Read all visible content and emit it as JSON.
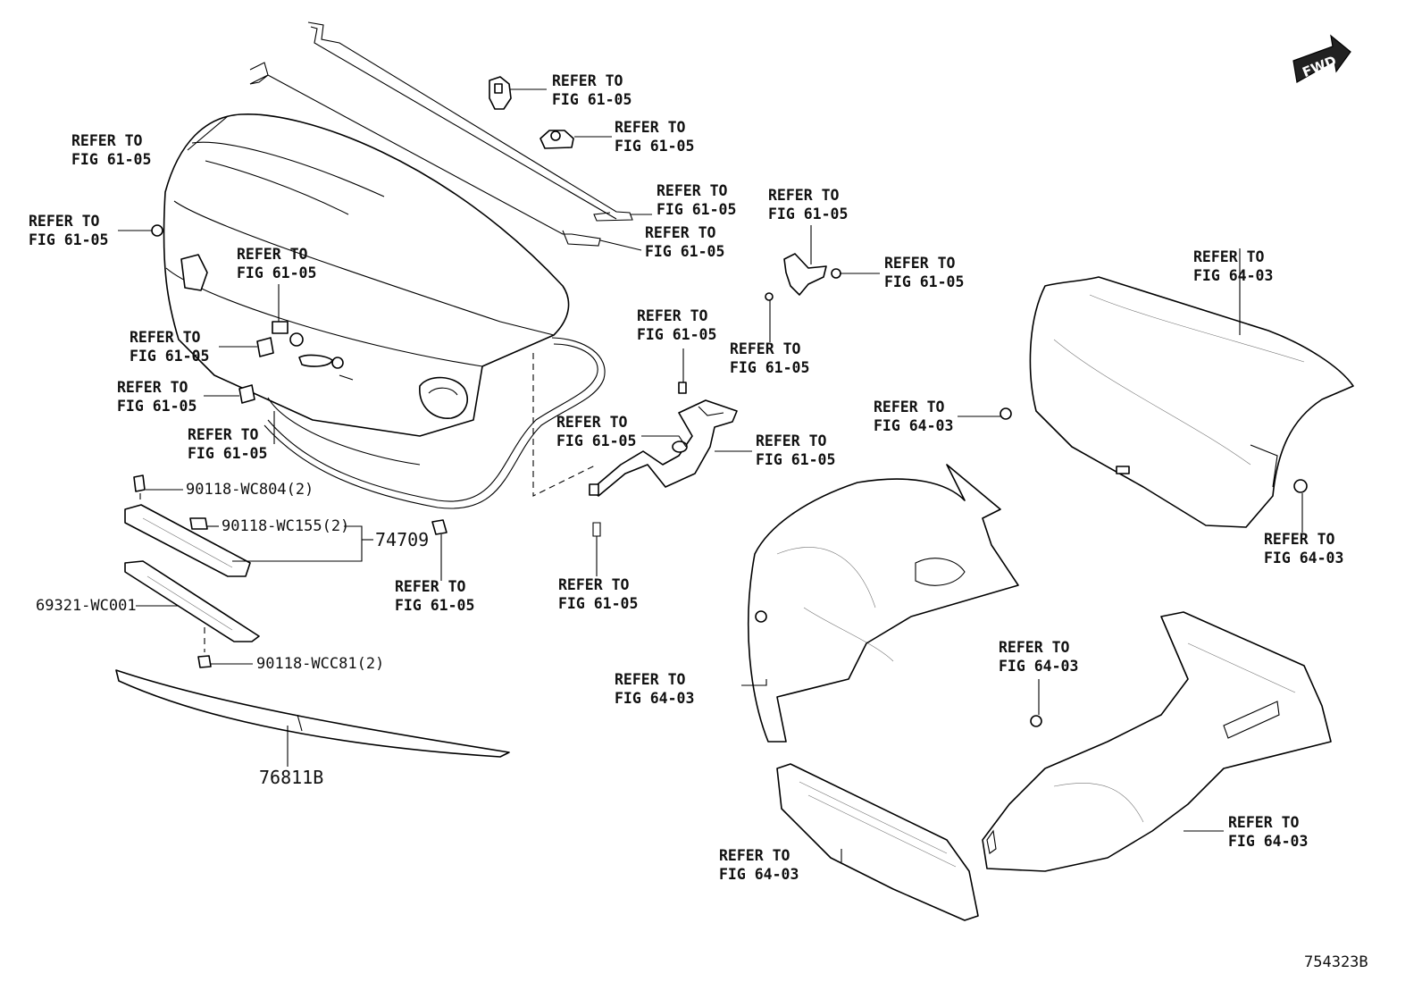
{
  "refer_label": "REFER TO",
  "callouts": [
    {
      "fig": "FIG 61-05"
    },
    {
      "fig": "FIG 61-05"
    },
    {
      "fig": "FIG 61-05"
    },
    {
      "fig": "FIG 61-05"
    },
    {
      "fig": "FIG 61-05"
    },
    {
      "fig": "FIG 61-05"
    },
    {
      "fig": "FIG 61-05"
    },
    {
      "fig": "FIG 61-05"
    },
    {
      "fig": "FIG 61-05"
    },
    {
      "fig": "FIG 61-05"
    },
    {
      "fig": "FIG 61-05"
    },
    {
      "fig": "FIG 61-05"
    },
    {
      "fig": "FIG 61-05"
    },
    {
      "fig": "FIG 61-05"
    },
    {
      "fig": "FIG 61-05"
    },
    {
      "fig": "FIG 61-05"
    },
    {
      "fig": "FIG 61-05"
    },
    {
      "fig": "FIG 61-05"
    },
    {
      "fig": "FIG 64-03"
    },
    {
      "fig": "FIG 64-03"
    },
    {
      "fig": "FIG 64-03"
    },
    {
      "fig": "FIG 64-03"
    },
    {
      "fig": "FIG 64-03"
    },
    {
      "fig": "FIG 64-03"
    },
    {
      "fig": "FIG 64-03"
    }
  ],
  "part_numbers": {
    "clip_upper": "90118-WC804(2)",
    "clip_mid": "90118-WC155(2)",
    "garnish_assy": "74709",
    "emblem": "69321-WC001",
    "clip_lower": "90118-WCC81(2)",
    "moulding": "76811B"
  },
  "fwd_label": "FWD",
  "diagram_id": "754323B"
}
